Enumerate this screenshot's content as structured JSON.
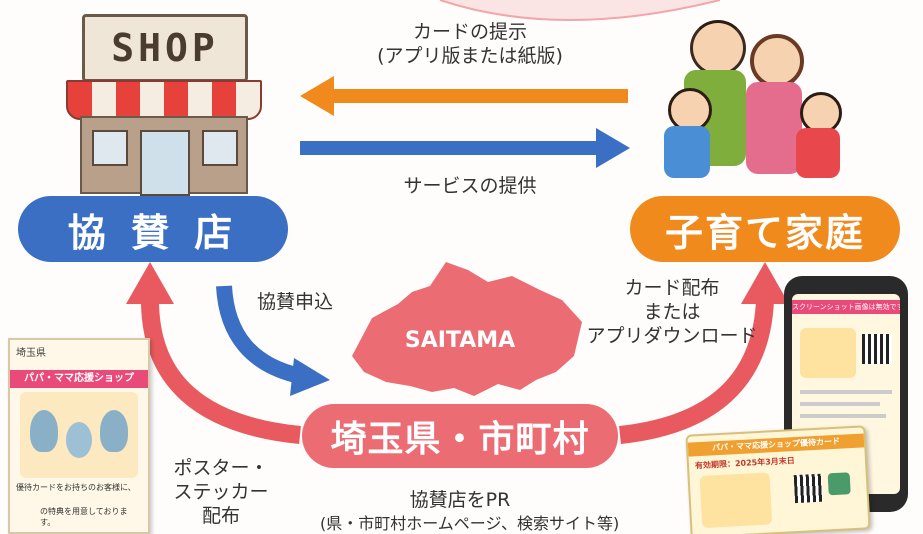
{
  "shop_sign": "SHOP",
  "nodes": {
    "sponsor_store": "協 賛 店",
    "family": "子育て家庭",
    "government": "埼玉県・市町村"
  },
  "arrows": {
    "card_present": {
      "line1": "カードの提示",
      "line2": "(アプリ版または紙版)"
    },
    "service": "サービスの提供",
    "apply": "協賛申込",
    "distribute": {
      "line1": "カード配布",
      "line2": "または",
      "line3": "アプリダウンロード"
    },
    "poster": {
      "line1": "ポスター・",
      "line2": "ステッカー",
      "line3": "配布"
    },
    "pr": {
      "line1": "協賛店をPR",
      "line2": "(県・市町村ホームページ、検索サイト等)"
    }
  },
  "map_label": "SAITAMA",
  "poster": {
    "header": "埼玉県",
    "title": "パパ・ママ応援ショップ",
    "note1": "優待カードをお持ちのお客様に、",
    "note2": "の特典を用意しております。"
  },
  "phone": {
    "banner": "スクリーンショット画像は無効です"
  },
  "card": {
    "header": "パパ・ママ応援ショップ優待カード",
    "expiry": "有効期限：2025年3月末日"
  },
  "colors": {
    "blue": "#3a6fc4",
    "orange": "#f08a1d",
    "red": "#e85a5f",
    "pink_arc": "#f5bcc0"
  }
}
